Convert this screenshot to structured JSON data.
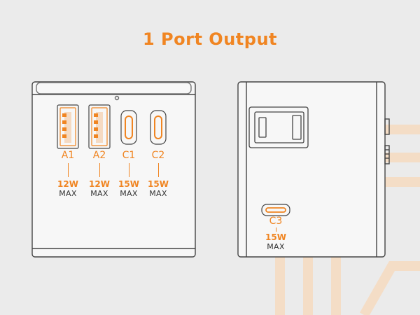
{
  "title": "1 Port Output",
  "ports_front": [
    {
      "name": "A1",
      "watt": "12W",
      "max": "MAX"
    },
    {
      "name": "A2",
      "watt": "12W",
      "max": "MAX"
    },
    {
      "name": "C1",
      "watt": "15W",
      "max": "MAX"
    },
    {
      "name": "C2",
      "watt": "15W",
      "max": "MAX"
    }
  ],
  "port_side": {
    "name": "C3",
    "watt": "15W",
    "max": "MAX"
  },
  "colors": {
    "accent": "#f08522",
    "background": "#ebebeb",
    "outline": "#444444"
  }
}
